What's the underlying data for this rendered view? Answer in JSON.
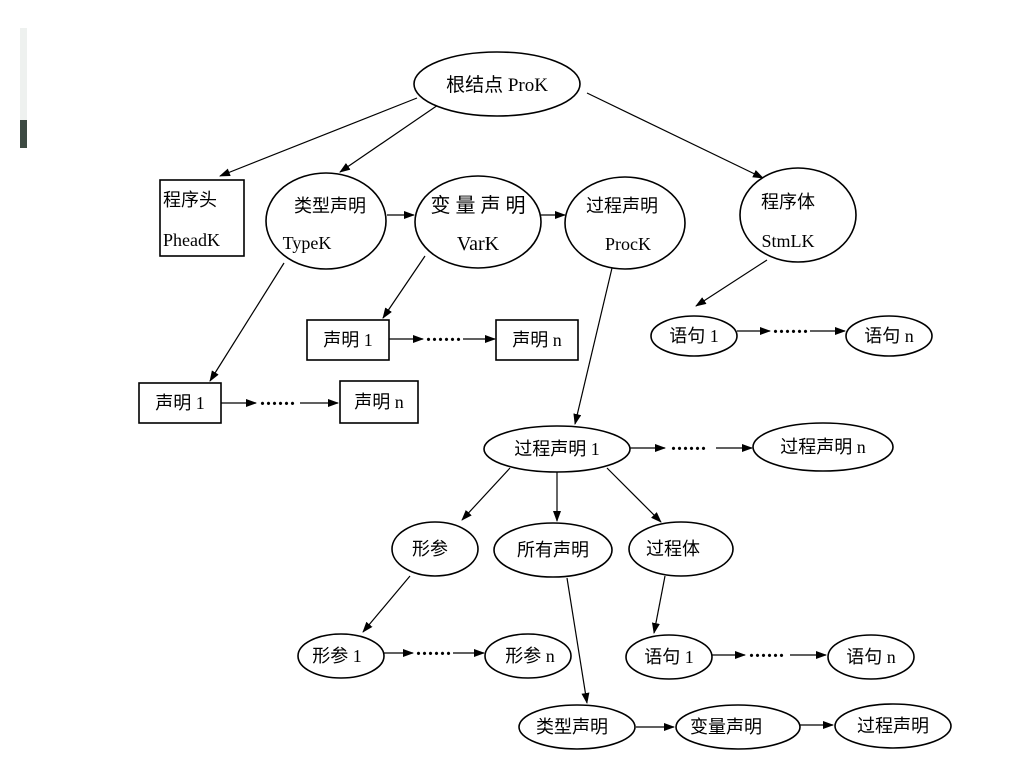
{
  "diagram": {
    "root": {
      "label": "根结点 ProK"
    },
    "program_head": {
      "line1": "程序头",
      "line2": "PheadK"
    },
    "type_decl": {
      "line1": "类型声明",
      "line2": "TypeK"
    },
    "var_decl": {
      "line1": "变 量 声 明",
      "line2": "VarK"
    },
    "proc_decl": {
      "line1": "过程声明",
      "line2": "ProcK"
    },
    "program_body": {
      "line1": "程序体",
      "line2": "StmLK"
    },
    "var_decl_list": {
      "first": "声明 1",
      "last": "声明 n"
    },
    "type_decl_list": {
      "first": "声明 1",
      "last": "声明 n"
    },
    "body_stmt_list": {
      "first": "语句 1",
      "last": "语句 n"
    },
    "proc_list": {
      "first": "过程声明 1",
      "last": "过程声明 n"
    },
    "proc_children": {
      "params": "形参",
      "all_decls": "所有声明",
      "proc_body": "过程体"
    },
    "param_list": {
      "first": "形参 1",
      "last": "形参 n"
    },
    "proc_stmt_list": {
      "first": "语句 1",
      "last": "语句 n"
    },
    "all_decls_chain": [
      "类型声明",
      "变量声明",
      "过程声明"
    ],
    "ellipsis": "......"
  }
}
